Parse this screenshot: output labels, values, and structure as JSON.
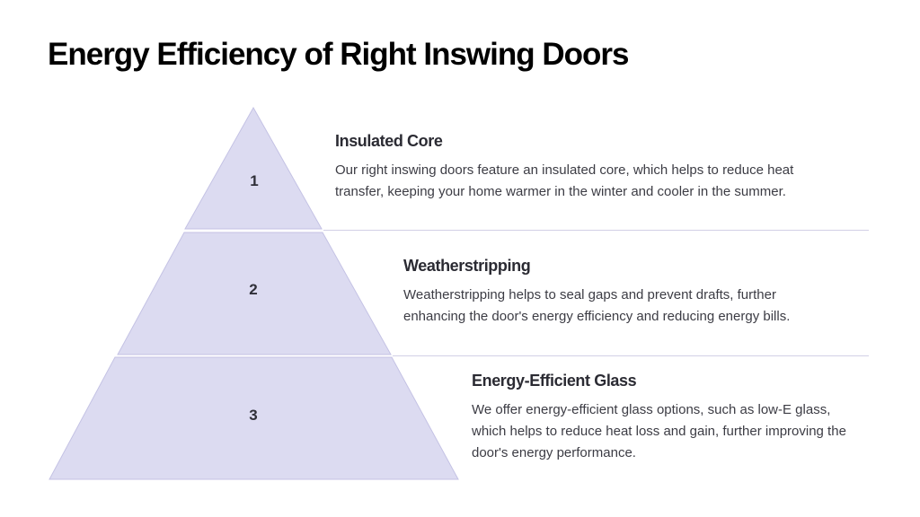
{
  "title": "Energy Efficiency of Right Inswing Doors",
  "tiers": [
    {
      "number": "1",
      "heading": "Insulated Core",
      "description": "Our right inswing doors feature an insulated core, which helps to reduce heat transfer, keeping your home warmer in the winter and cooler in the summer."
    },
    {
      "number": "2",
      "heading": "Weatherstripping",
      "description": "Weatherstripping helps to seal gaps and prevent drafts, further enhancing the door's energy efficiency and reducing energy bills."
    },
    {
      "number": "3",
      "heading": "Energy-Efficient Glass",
      "description": "We offer energy-efficient glass options, such as low-E glass, which helps to reduce heat loss and gain, further improving the door's energy performance."
    }
  ],
  "colors": {
    "tier_fill": "#dcdbf1",
    "tier_stroke": "#c4c2e4",
    "separator": "#d2d0e6"
  }
}
